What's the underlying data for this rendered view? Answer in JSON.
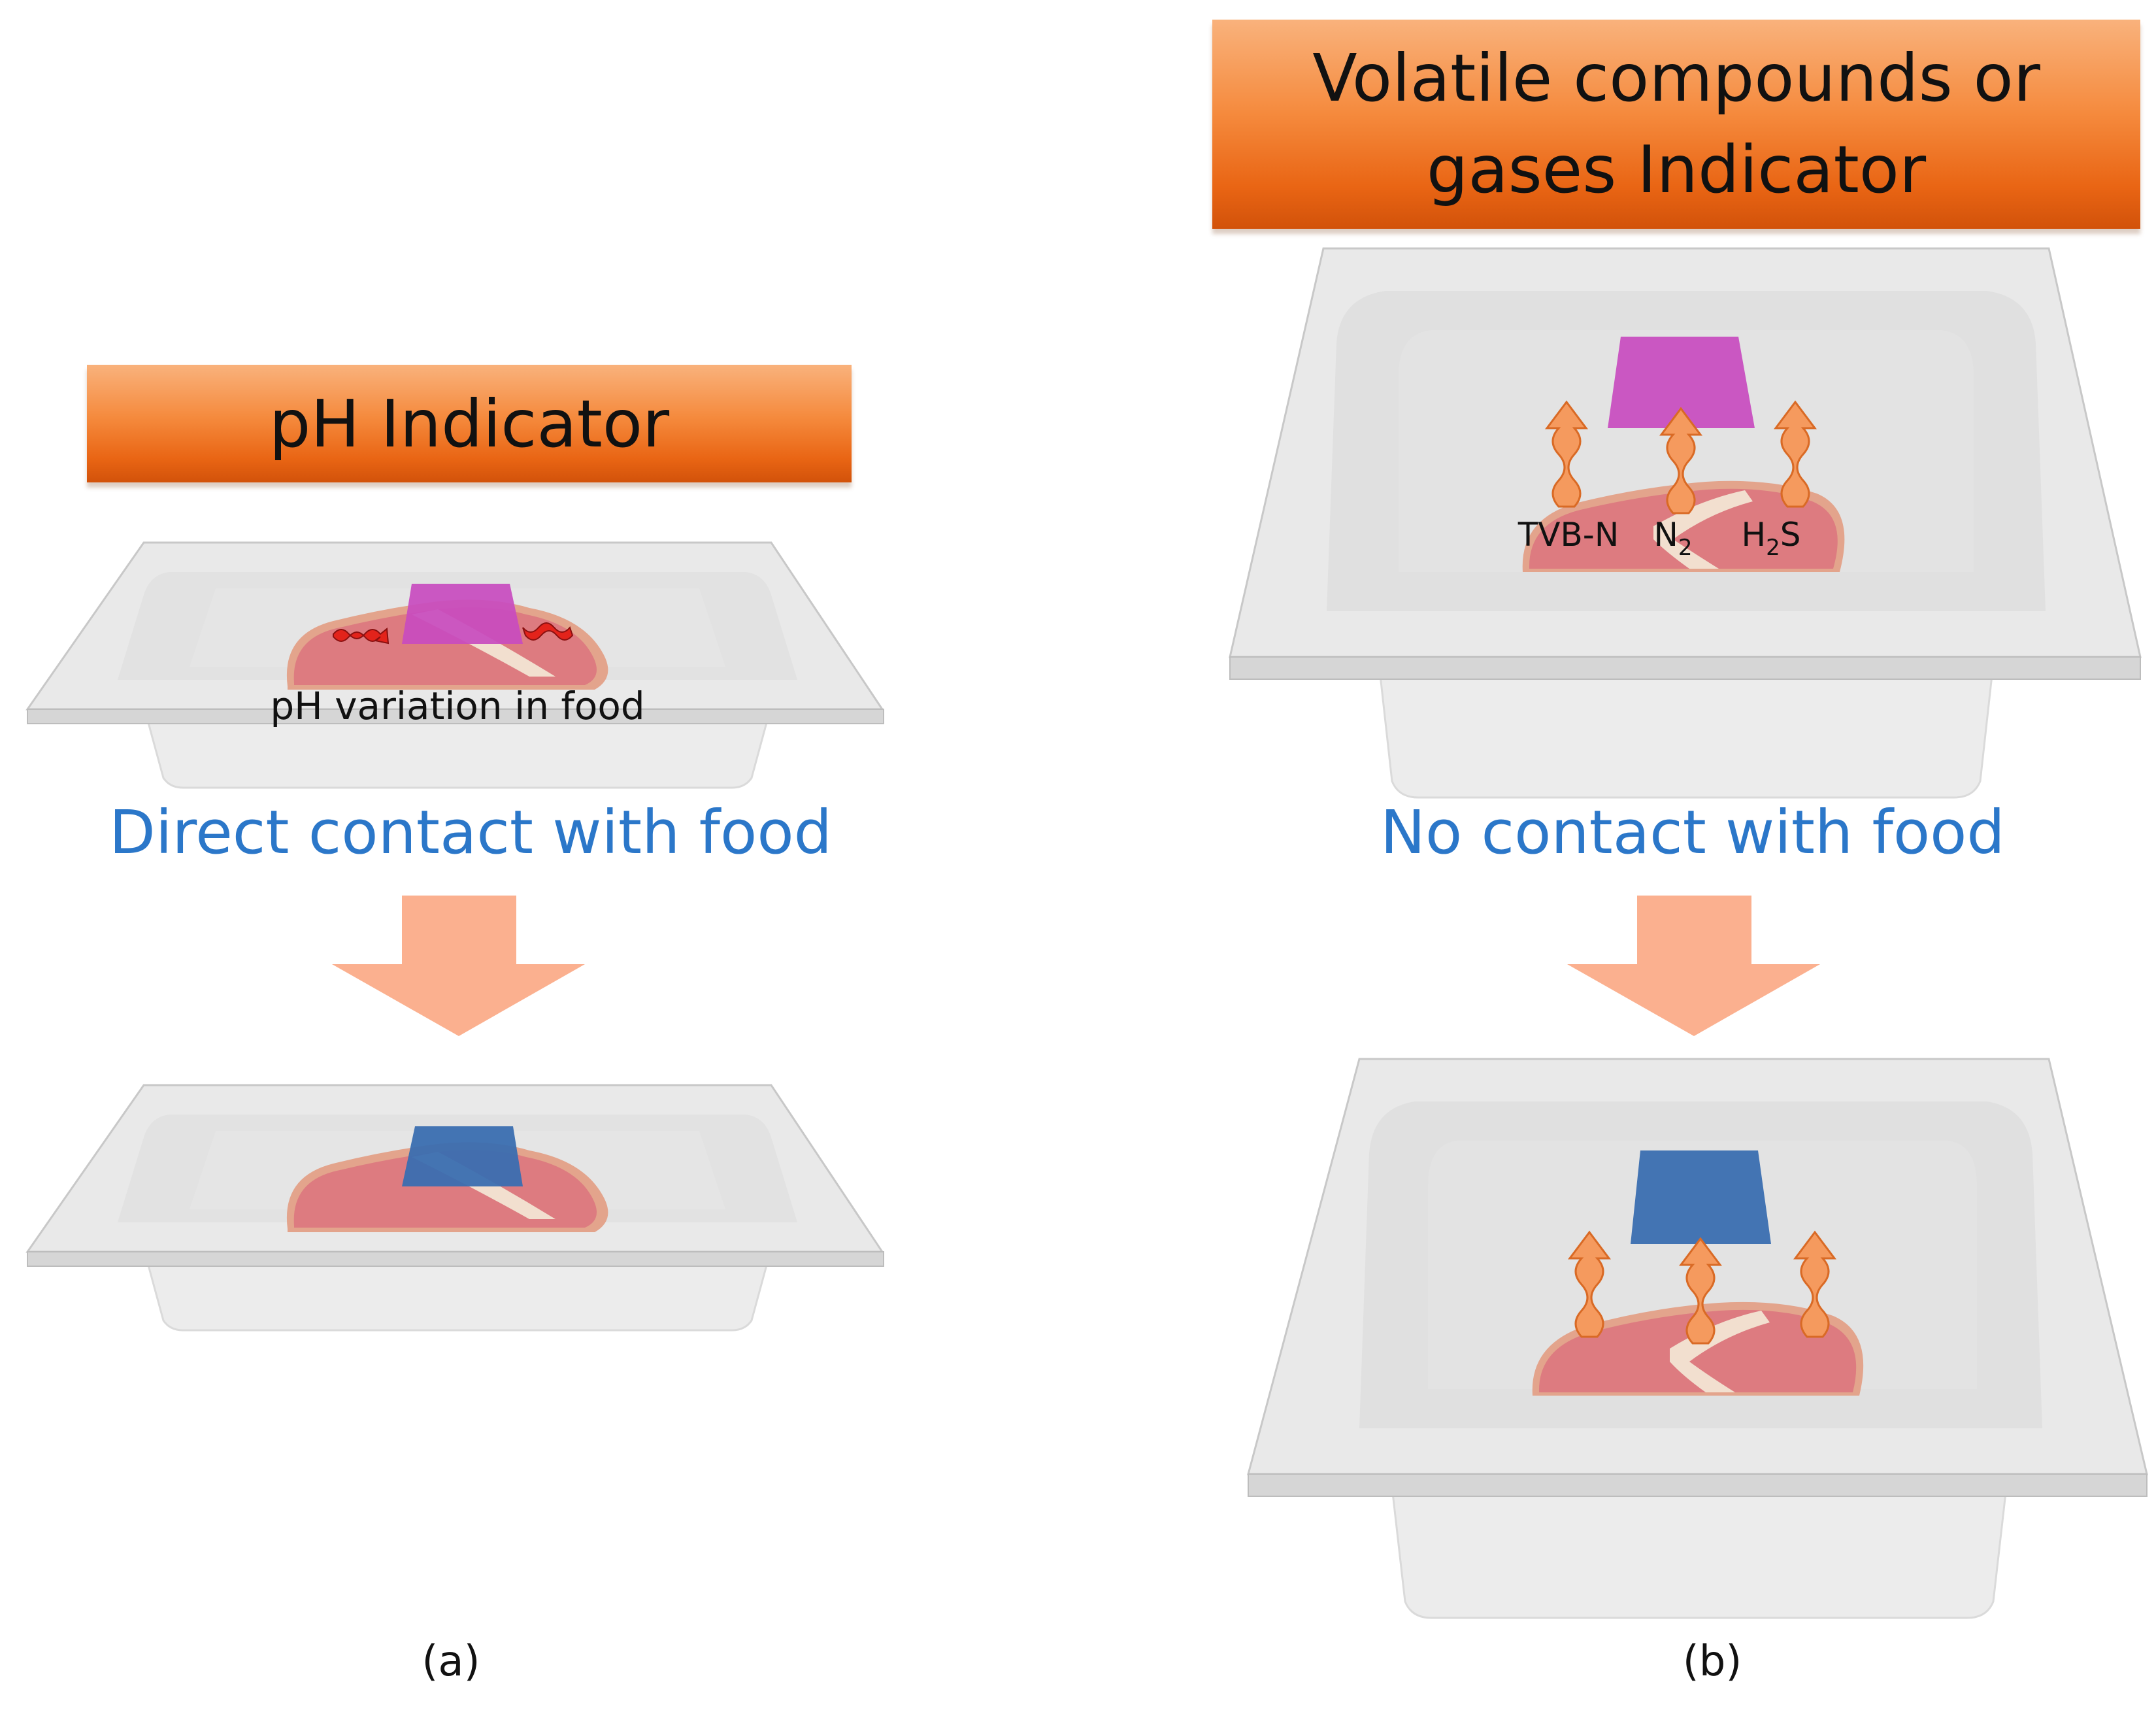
{
  "panel_a": {
    "header": "pH Indicator",
    "food_label": "pH variation in food",
    "caption": "Direct contact with food",
    "label": "(a)"
  },
  "panel_b": {
    "header_line1": "Volatile compounds or",
    "header_line2": "gases Indicator",
    "gases": {
      "tvbn": "TVB-N",
      "n2_main": "N",
      "n2_sub": "2",
      "h2s_h": "H",
      "h2s_sub": "2",
      "h2s_s": "S"
    },
    "caption": "No contact with food",
    "label": "(b)"
  },
  "colors": {
    "banner_orange": "#f07a26",
    "caption_blue": "#2b77c9",
    "indicator_before": "#c84bbf",
    "indicator_after": "#3a6eb0",
    "arrow_peach": "#fbb08f",
    "meat": "#dd7b80",
    "gas_arrow": "#f59a5e"
  }
}
